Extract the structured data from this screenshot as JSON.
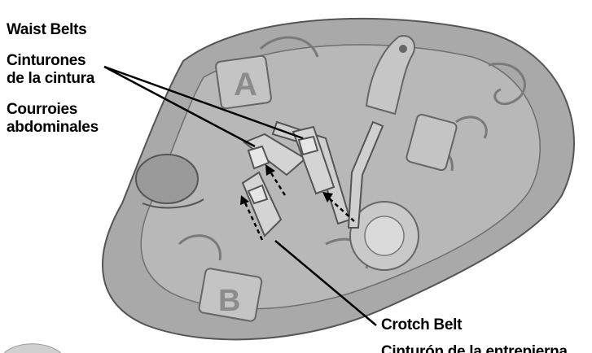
{
  "labels": {
    "waist_belts_en": "Waist Belts",
    "waist_belts_es": "Cinturones\nde la cintura",
    "waist_belts_fr": "Courroies\nabdominales",
    "crotch_belt_en": "Crotch Belt",
    "crotch_belt_es": "Cinturón de la entrepierna"
  },
  "block_letters": {
    "a": "A",
    "b": "B"
  },
  "colors": {
    "seat_fill": "#b3b3b3",
    "seat_dark": "#8f8f8f",
    "line": "#000000",
    "belt_fill": "#cfcfcf"
  }
}
